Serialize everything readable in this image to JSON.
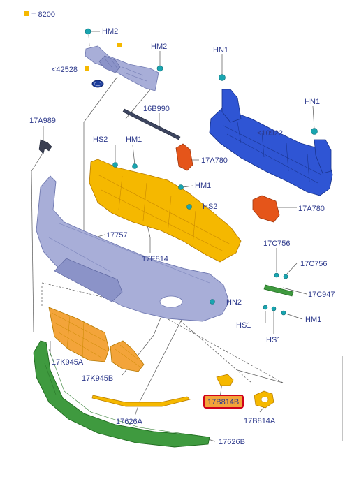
{
  "legend": {
    "value": "= 8200",
    "swatch_color": "#f5b800"
  },
  "colors": {
    "label": "#2e3a8c",
    "highlight_border": "#d0021b",
    "highlight_fill": "#f3a43a",
    "bumper": "#a8aed8",
    "absorber": "#f5b800",
    "reinforcement": "#2f55d4",
    "lower_trim": "#3f9a3f",
    "bracket": "#e5551a",
    "fastener": "#19a5b0"
  },
  "labels": {
    "hm2_top": "HM2",
    "hm2_right": "HM2",
    "emblem": "<42528",
    "hn1_top": "HN1",
    "hn1_right": "HN1",
    "p17a989": "17A989",
    "p16b990": "16B990",
    "hs2_left": "HS2",
    "hm1_left": "HM1",
    "p10922": "<10922",
    "p17a780_top": "17A780",
    "hm1_mid": "HM1",
    "hs2_mid": "HS2",
    "p17a780_bottom": "17A780",
    "p17757": "17757",
    "p17e814": "17E814",
    "p17c756_top": "17C756",
    "p17c756_right": "17C756",
    "p17c947": "17C947",
    "hn2": "HN2",
    "hm1_bottom": "HM1",
    "hs1_left": "HS1",
    "hs1_bottom": "HS1",
    "p17k945a": "17K945A",
    "p17k945b": "17K945B",
    "p17b814b": "17B814B",
    "p17b814a": "17B814A",
    "p17626a": "17626A",
    "p17626b": "17626B"
  }
}
